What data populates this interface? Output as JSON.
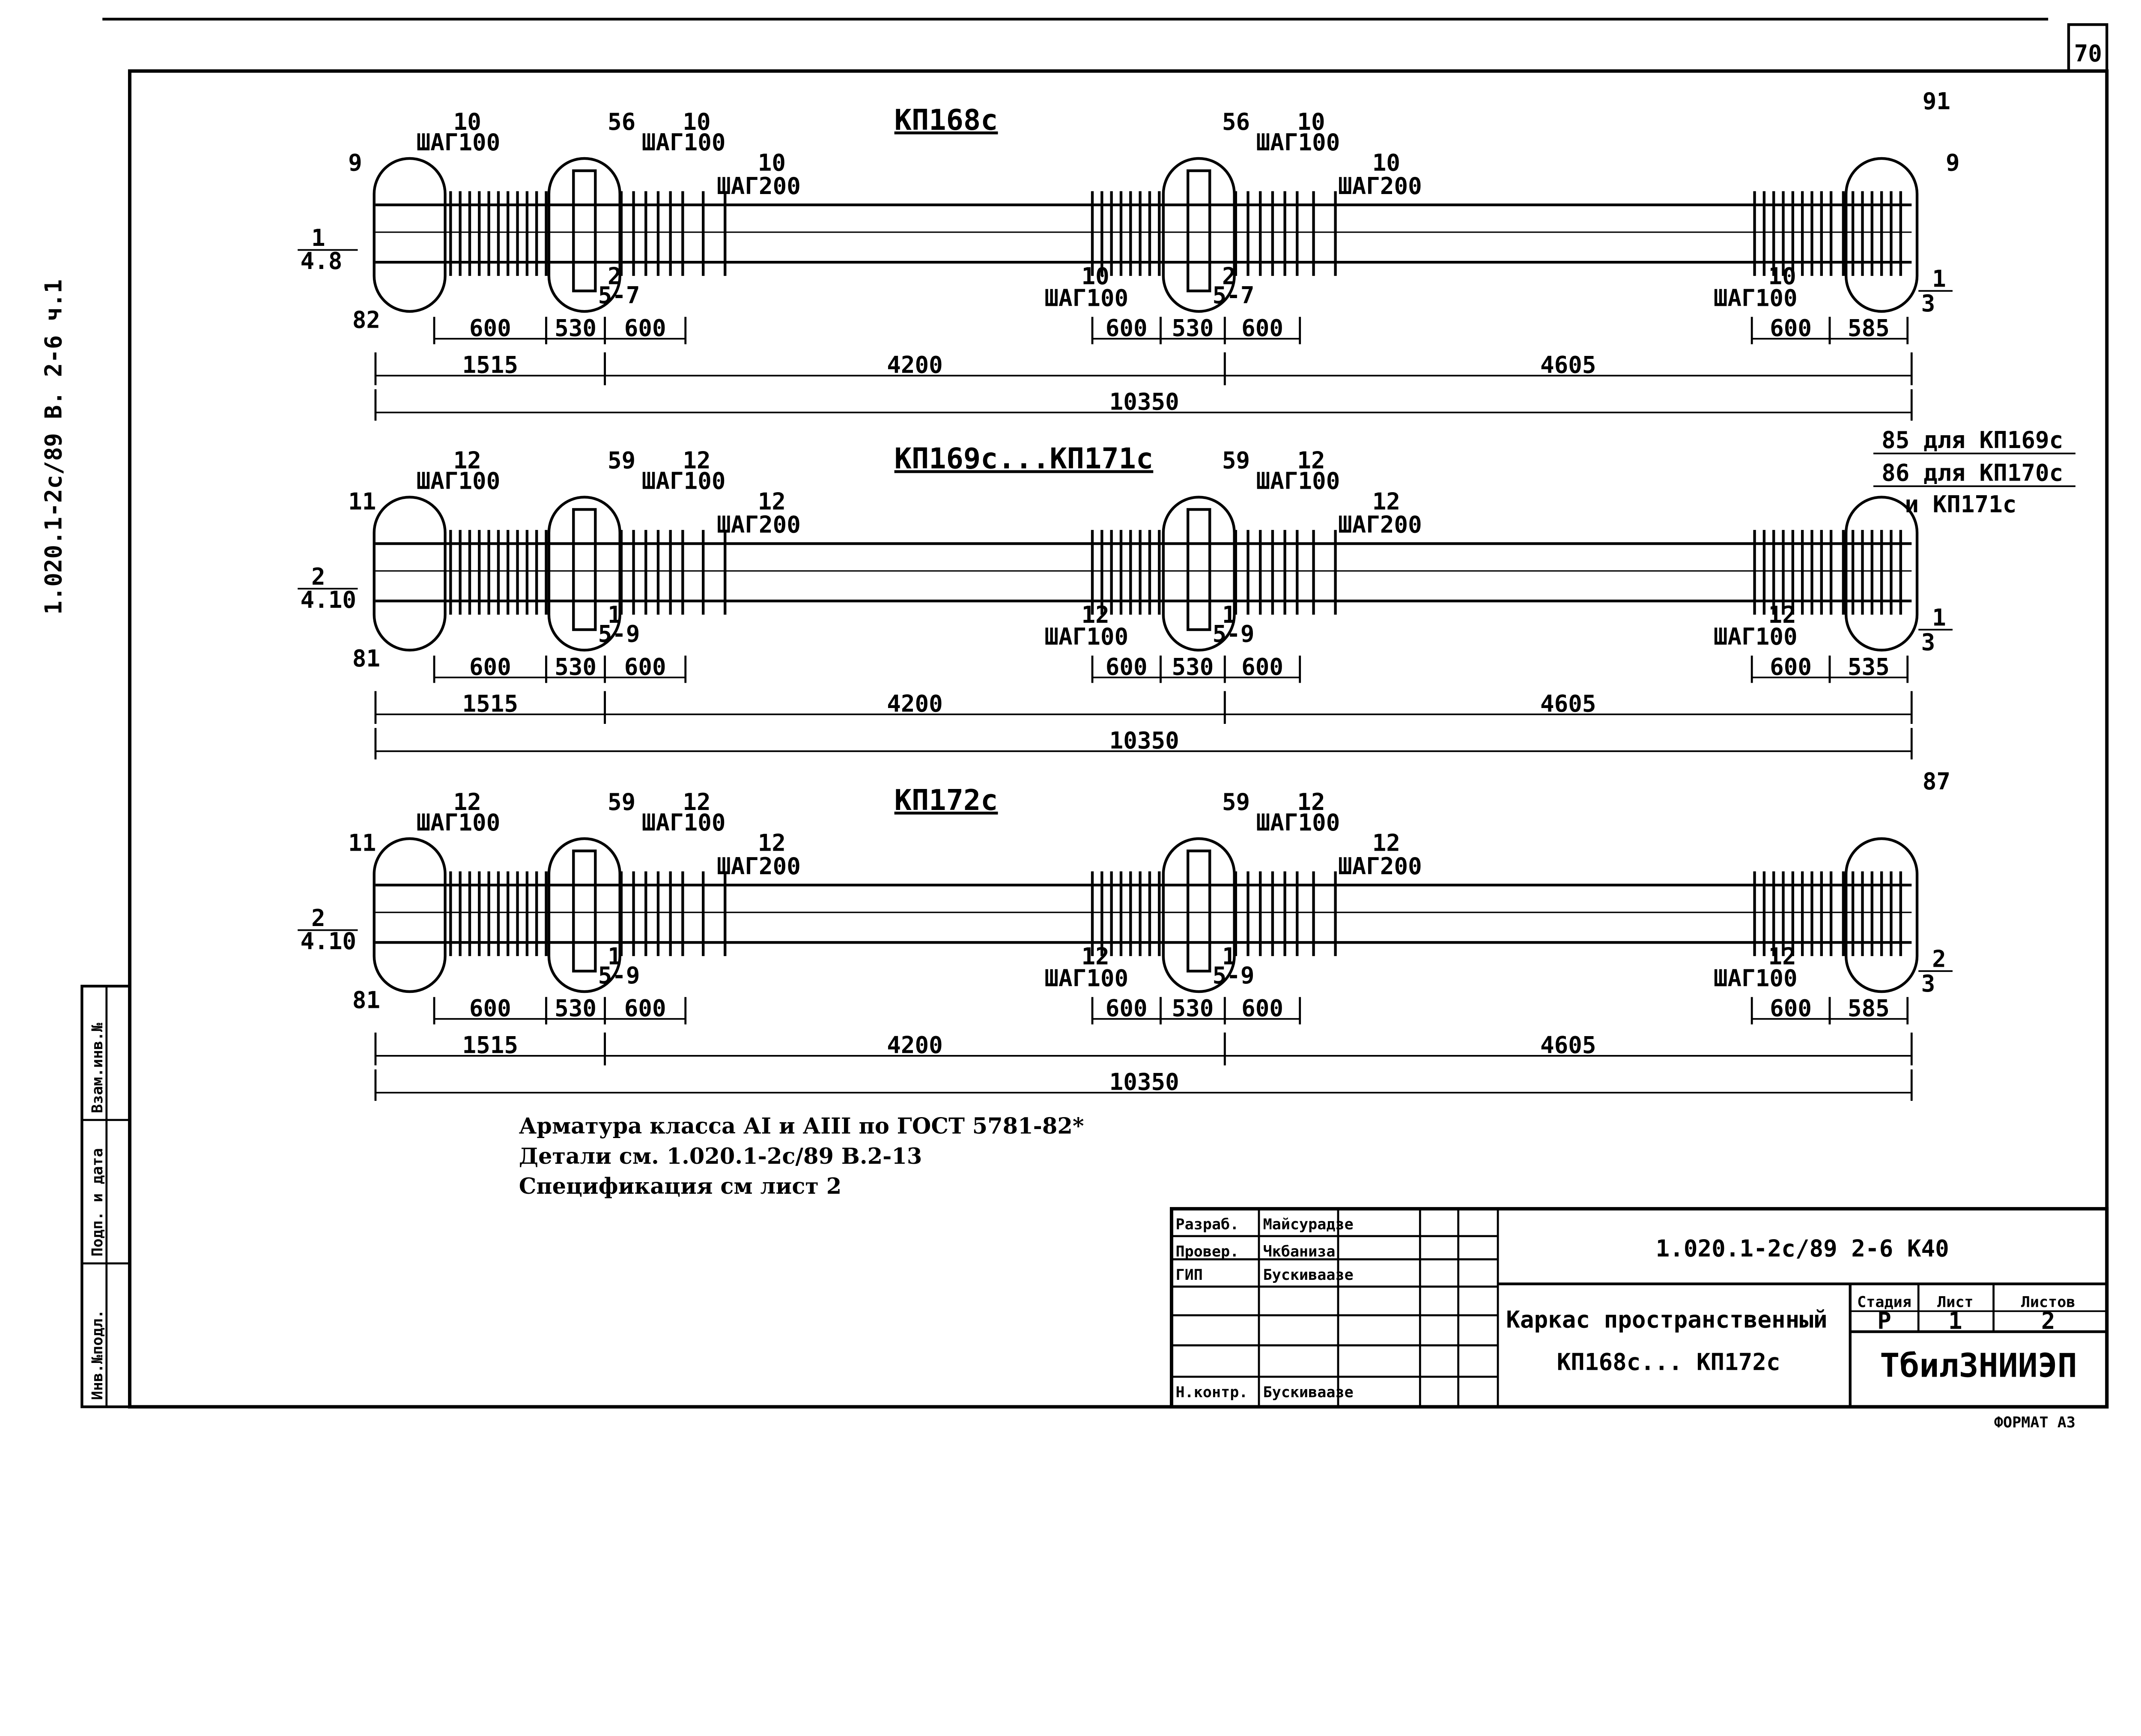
{
  "page_number": "70",
  "side_code": "1.020.1-2с/89 В. 2-6 ч.1",
  "side_strip": [
    "Инв.№подл.",
    "Подп. и дата",
    "Взам.инв.№"
  ],
  "frames": [
    {
      "title": "КП168с",
      "left_bar": "9",
      "left_mark_top": "1",
      "left_mark_bot": "4.8",
      "left_oval": "82",
      "stir1": [
        "10",
        "ШАГ100"
      ],
      "plate": "56",
      "stir2": [
        "10",
        "ШАГ100"
      ],
      "stir3": [
        "10",
        "ШАГ200"
      ],
      "mid_mark": [
        "2",
        "5-7"
      ],
      "mid_plate": "56",
      "mid_stir2": [
        "10",
        "ШАГ100"
      ],
      "mid_stir3": [
        "10",
        "ШАГ200"
      ],
      "mid_stir_left": [
        "10",
        "ШАГ100"
      ],
      "mid_mark2": [
        "2",
        "5-7"
      ],
      "right_oval": "91",
      "right_bar": "9",
      "right_stir": [
        "10",
        "ШАГ100"
      ],
      "right_mark": [
        "1",
        "3"
      ],
      "dims_row1": [
        "600",
        "530",
        "600",
        "600",
        "530",
        "600",
        "600",
        "585"
      ],
      "dims_row2": [
        "1515",
        "4200",
        "4605"
      ],
      "dims_total": "10350",
      "right_note": []
    },
    {
      "title": "КП169с...КП171с",
      "left_bar": "11",
      "left_mark_top": "2",
      "left_mark_bot": "4.10",
      "left_oval": "81",
      "stir1": [
        "12",
        "ШАГ100"
      ],
      "plate": "59",
      "stir2": [
        "12",
        "ШАГ100"
      ],
      "stir3": [
        "12",
        "ШАГ200"
      ],
      "mid_mark": [
        "1",
        "5-9"
      ],
      "mid_plate": "59",
      "mid_stir2": [
        "12",
        "ШАГ100"
      ],
      "mid_stir3": [
        "12",
        "ШАГ200"
      ],
      "mid_stir_left": [
        "12",
        "ШАГ100"
      ],
      "mid_mark2": [
        "1",
        "5-9"
      ],
      "right_oval": "",
      "right_bar": "",
      "right_stir": [
        "12",
        "ШАГ100"
      ],
      "right_mark": [
        "1",
        "3"
      ],
      "dims_row1": [
        "600",
        "530",
        "600",
        "600",
        "530",
        "600",
        "600",
        "535"
      ],
      "dims_row2": [
        "1515",
        "4200",
        "4605"
      ],
      "dims_total": "10350",
      "right_note": [
        "85 для КП169с",
        "86 для КП170с",
        "и КП171с"
      ]
    },
    {
      "title": "КП172с",
      "left_bar": "11",
      "left_mark_top": "2",
      "left_mark_bot": "4.10",
      "left_oval": "81",
      "stir1": [
        "12",
        "ШАГ100"
      ],
      "plate": "59",
      "stir2": [
        "12",
        "ШАГ100"
      ],
      "stir3": [
        "12",
        "ШАГ200"
      ],
      "mid_mark": [
        "1",
        "5-9"
      ],
      "mid_plate": "59",
      "mid_stir2": [
        "12",
        "ШАГ100"
      ],
      "mid_stir3": [
        "12",
        "ШАГ200"
      ],
      "mid_stir_left": [
        "12",
        "ШАГ100"
      ],
      "mid_mark2": [
        "1",
        "5-9"
      ],
      "right_oval": "87",
      "right_bar": "",
      "right_stir": [
        "12",
        "ШАГ100"
      ],
      "right_mark": [
        "2",
        "3"
      ],
      "dims_row1": [
        "600",
        "530",
        "600",
        "600",
        "530",
        "600",
        "600",
        "585"
      ],
      "dims_row2": [
        "1515",
        "4200",
        "4605"
      ],
      "dims_total": "10350",
      "right_note": []
    }
  ],
  "notes": [
    "Арматура класса АI и АIII по ГОСТ 5781-82*",
    "Детали см. 1.020.1-2с/89 В.2-13",
    "Спецификация см лист 2"
  ],
  "title_block": {
    "roles": [
      {
        "role": "Разраб.",
        "name": "Майсурадзе"
      },
      {
        "role": "Провер.",
        "name": "Чкбаниза"
      },
      {
        "role": "ГИП",
        "name": "Бускиваазе"
      },
      {
        "role": "",
        "name": ""
      },
      {
        "role": "",
        "name": ""
      },
      {
        "role": "",
        "name": ""
      },
      {
        "role": "Н.контр.",
        "name": "Бускиваазе"
      }
    ],
    "doc_code": "1.020.1-2с/89 2-6 К40",
    "title_line1": "Каркас пространственный",
    "title_line2": "КП168с... КП172с",
    "stage_label": "Стадия",
    "sheet_label": "Лист",
    "sheets_label": "Листов",
    "stage": "Р",
    "sheet": "1",
    "sheets": "2",
    "org": "ТбилЗНИИЭП"
  },
  "format": "ФОРМАТ А3"
}
